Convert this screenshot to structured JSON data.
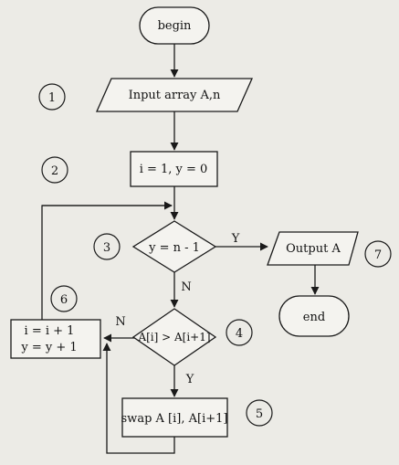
{
  "nodes": {
    "begin": "begin",
    "input": "Input array A,n",
    "init": "i = 1, y = 0",
    "decision_n": "y = n - 1",
    "output": "Output A",
    "end": "end",
    "compare": "A[i] > A[i+1]",
    "swap": "swap A [i], A[i+1]",
    "increment_line1": "i = i + 1",
    "increment_line2": "y = y + 1"
  },
  "edge_labels": {
    "decision_n_yes": "Y",
    "decision_n_no": "N",
    "compare_yes": "Y",
    "compare_no": "N"
  },
  "step_markers": [
    "1",
    "2",
    "3",
    "4",
    "5",
    "6",
    "7"
  ]
}
